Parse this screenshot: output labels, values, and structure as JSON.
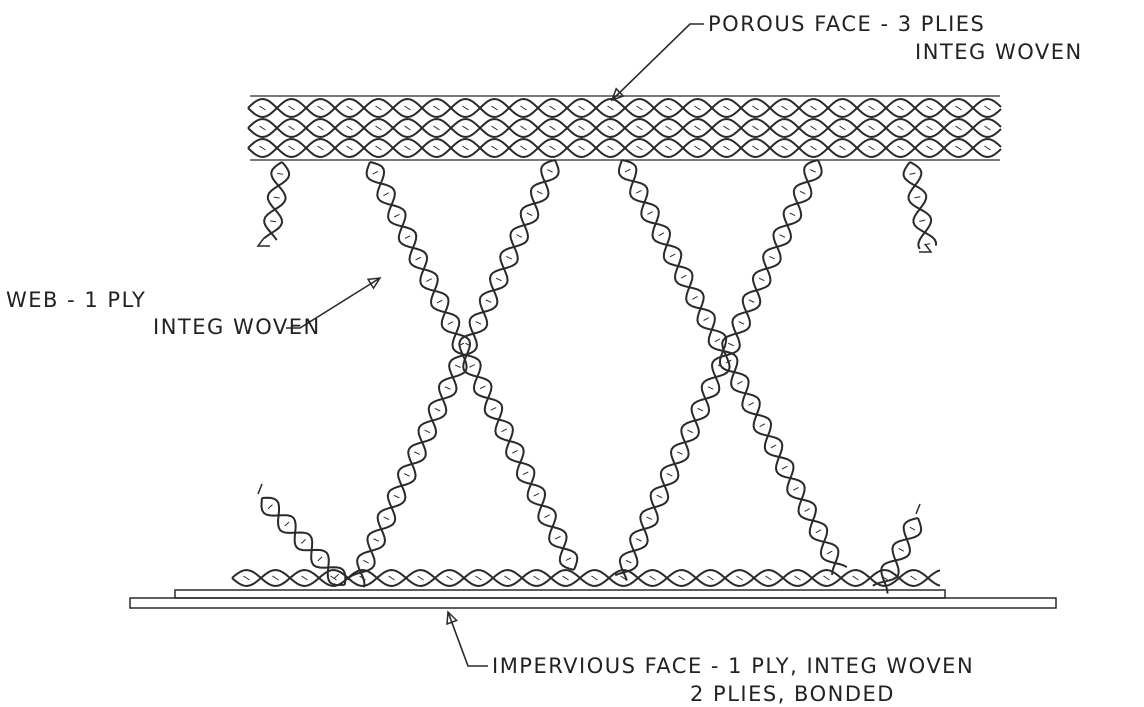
{
  "labels": {
    "porous_face": {
      "line1": "POROUS FACE - 3 PLIES",
      "line2": "INTEG WOVEN"
    },
    "web": {
      "line1": "WEB - 1 PLY",
      "line2": "INTEG WOVEN"
    },
    "impervious_face": {
      "line1": "IMPERVIOUS FACE - 1 PLY, INTEG WOVEN",
      "line2": "2 PLIES, BONDED"
    }
  },
  "colors": {
    "ink": "#2a2a2a",
    "paper": "#ffffff"
  }
}
